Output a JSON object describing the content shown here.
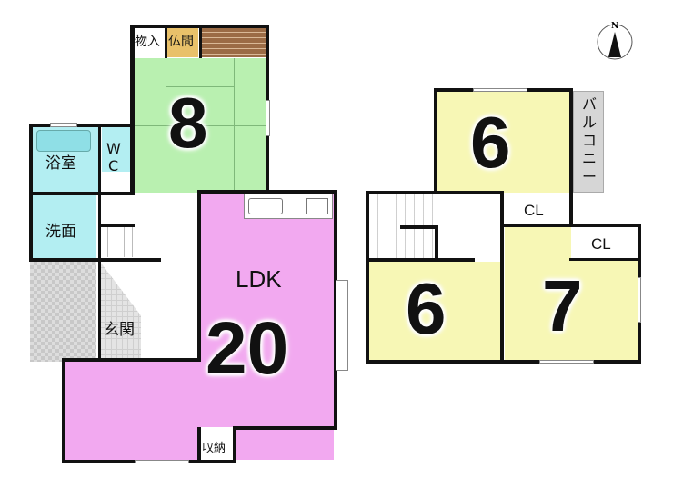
{
  "compass": {
    "label": "N"
  },
  "floor1": {
    "rooms": {
      "storage": "物入",
      "altar": "仏間",
      "washitsu_size": "8",
      "bath": "浴室",
      "wc": "WC",
      "wc_top": "W",
      "wc_bottom": "C",
      "washroom": "洗面",
      "entrance": "玄関",
      "ldk": "LDK",
      "ldk_size": "20",
      "closet": "収納"
    }
  },
  "floor2": {
    "rooms": {
      "bedroom_north_size": "6",
      "balcony": "バルコニー",
      "balcony_chars": [
        "バ",
        "ル",
        "コ",
        "ニ",
        "ー"
      ],
      "closet_a": "CL",
      "closet_b": "CL",
      "bedroom_sw_size": "6",
      "bedroom_se_size": "7"
    }
  },
  "colors": {
    "washitsu": "#b9f0b0",
    "water": "#b3eef2",
    "ldk": "#f2a9f0",
    "bedroom": "#f7f7b5",
    "altar": "#e9c16a",
    "shelf": "#9b6b45",
    "balcony": "#d6d6d6"
  }
}
